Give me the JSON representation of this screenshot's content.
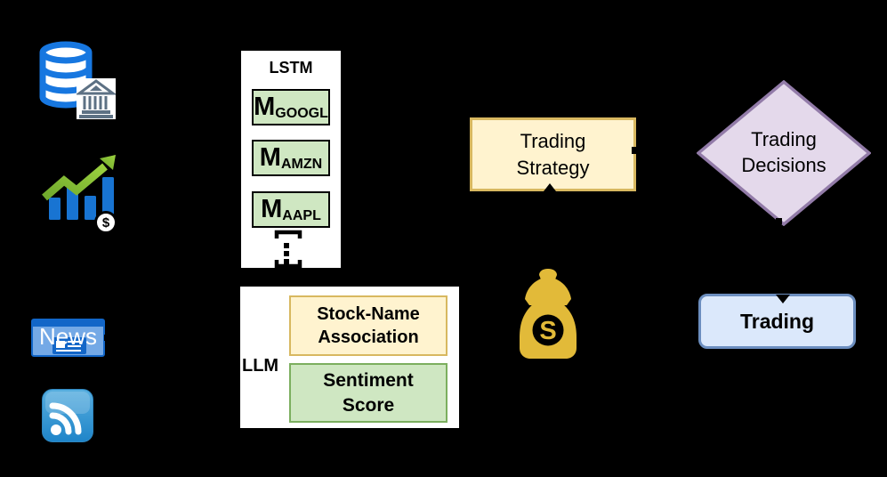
{
  "diagram": {
    "background": "#000000",
    "inputs": {
      "news_label": "News",
      "chart_dollar_badge": "$",
      "icons": [
        "database-bank-icon",
        "stock-chart-dollar-icon",
        "news-icon",
        "rss-icon"
      ]
    },
    "lstm": {
      "title": "LSTM",
      "models": [
        {
          "main": "M",
          "sub": "GOOGL"
        },
        {
          "main": "M",
          "sub": "AMZN"
        },
        {
          "main": "M",
          "sub": "AAPL"
        }
      ],
      "more_marker": "vertical-ellipsis-bracket"
    },
    "llm": {
      "title": "LLM",
      "stock_name_association": {
        "line1": "Stock-Name",
        "line2": "Association"
      },
      "sentiment_score": {
        "line1": "Sentiment",
        "line2": "Score"
      }
    },
    "trading_strategy": {
      "line1": "Trading",
      "line2": "Strategy"
    },
    "trading_decisions": {
      "line1": "Trading",
      "line2": "Decisions"
    },
    "trading": {
      "label": "Trading"
    },
    "money_bag": {
      "symbol": "S",
      "icon": "money-bag-icon"
    },
    "colors": {
      "model_green_fill": "#CFE7C2",
      "yellow_fill": "#FFF3CF",
      "yellow_border": "#D8B860",
      "green_border": "#7CAF5F",
      "purple_fill": "#E4D9EB",
      "purple_border": "#927BA8",
      "blue_fill": "#DBE8FB",
      "blue_border": "#6C8EBF",
      "money_gold": "#E2BA39",
      "icon_blue": "#1777E0",
      "news_blue": "#1266C8"
    }
  }
}
